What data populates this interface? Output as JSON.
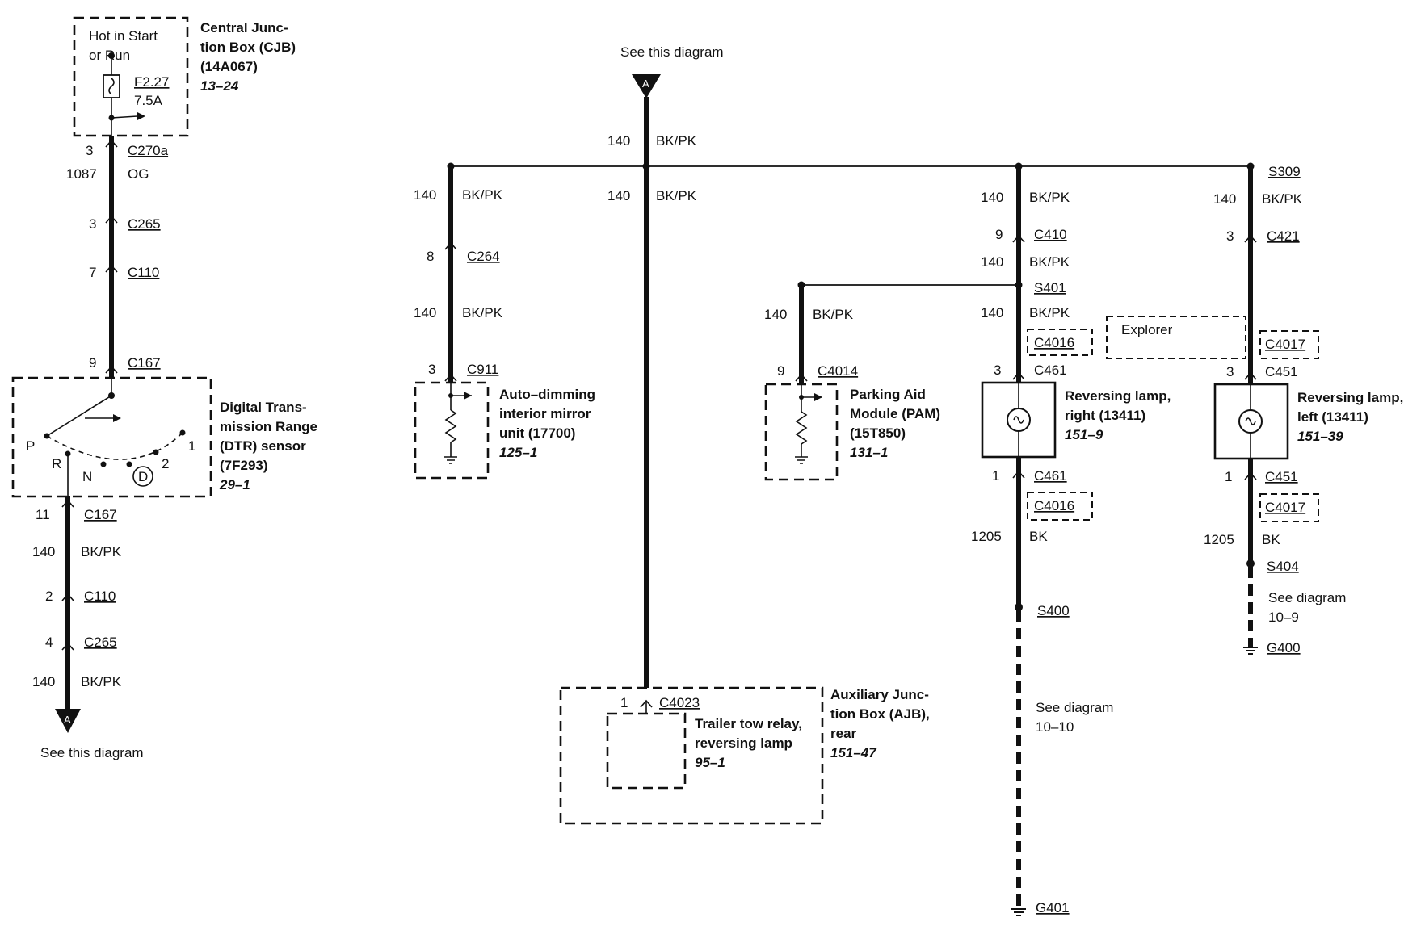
{
  "cjb": {
    "hot_line1": "Hot in Start",
    "hot_line2": "or Run",
    "fuse": "F2.27",
    "amps": "7.5A",
    "name1": "Central Junc-",
    "name2": "tion Box (CJB)",
    "part": "(14A067)",
    "ref": "13–24"
  },
  "left_wire": {
    "c270a_pin": "3",
    "c270a": "C270a",
    "circuit_og": "1087",
    "og": "OG",
    "c265_pin": "3",
    "c265": "C265",
    "c110_pin": "7",
    "c110": "C110",
    "c167_pin": "9",
    "c167": "C167",
    "c167b_pin": "11",
    "c167b": "C167",
    "circuit_bkpk": "140",
    "bkpk": "BK/PK",
    "c110b_pin": "2",
    "c110b": "C110",
    "c265b_pin": "4",
    "c265b": "C265",
    "circuit_bkpk2": "140",
    "bkpk2": "BK/PK",
    "connector_a": "A",
    "see_this": "See this diagram"
  },
  "dtr": {
    "name1": "Digital Trans-",
    "name2": "mission Range",
    "name3": "(DTR) sensor",
    "part": "(7F293)",
    "ref": "29–1",
    "p": "P",
    "r": "R",
    "n": "N",
    "d": "D",
    "two": "2",
    "one": "1"
  },
  "center": {
    "see_this": "See this diagram",
    "connector_a": "A",
    "circuit_top": "140",
    "color_top": "BK/PK",
    "circuit_mid": "140",
    "color_mid": "BK/PK"
  },
  "mirror": {
    "circuit": "140",
    "color": "BK/PK",
    "c264_pin": "8",
    "c264": "C264",
    "circuit2": "140",
    "color2": "BK/PK",
    "c911_pin": "3",
    "c911": "C911",
    "name1": "Auto–dimming",
    "name2": "interior mirror",
    "name3": "unit (17700)",
    "ref": "125–1"
  },
  "ajb": {
    "c4023_pin": "1",
    "c4023": "C4023",
    "relay1": "Trailer tow relay,",
    "relay2": "reversing lamp",
    "relay_ref": "95–1",
    "name1": "Auxiliary Junc-",
    "name2": "tion Box (AJB),",
    "name3": "rear",
    "ref": "151–47"
  },
  "pam": {
    "circuit": "140",
    "color": "BK/PK",
    "c4014_pin": "9",
    "c4014": "C4014",
    "name1": "Parking Aid",
    "name2": "Module (PAM)",
    "name3": "(15T850)",
    "ref": "131–1"
  },
  "right_lamp": {
    "circuit": "140",
    "color": "BK/PK",
    "c410_pin": "9",
    "c410": "C410",
    "circuit2": "140",
    "color2": "BK/PK",
    "s401": "S401",
    "circuit3": "140",
    "color3": "BK/PK",
    "c4016": "C4016",
    "c461_pin": "3",
    "c461": "C461",
    "name1": "Reversing lamp,",
    "name2": "right (13411)",
    "ref": "151–9",
    "c461b_pin": "1",
    "c461b": "C461",
    "c4016b": "C4016",
    "circuit_bk": "1205",
    "bk": "BK",
    "s400": "S400",
    "see1": "See diagram",
    "see2": "10–10",
    "g401": "G401"
  },
  "explorer": "Explorer",
  "left_lamp": {
    "s309": "S309",
    "circuit": "140",
    "color": "BK/PK",
    "c421_pin": "3",
    "c421": "C421",
    "c4017": "C4017",
    "c451_pin": "3",
    "c451": "C451",
    "name1": "Reversing lamp,",
    "name2": "left (13411)",
    "ref": "151–39",
    "c451b_pin": "1",
    "c451b": "C451",
    "c4017b": "C4017",
    "circuit_bk": "1205",
    "bk": "BK",
    "s404": "S404",
    "see1": "See diagram",
    "see2": "10–9",
    "g400": "G400"
  }
}
